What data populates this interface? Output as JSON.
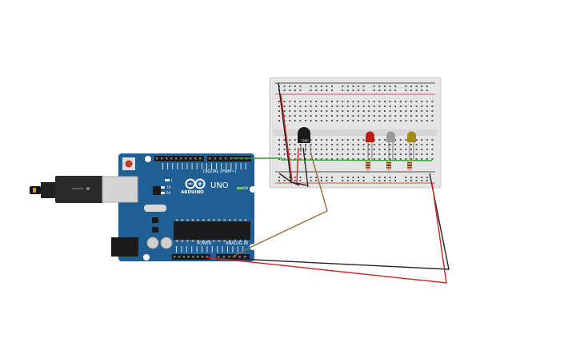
{
  "arduino": {
    "brand": "ARDUINO",
    "model": "UNO",
    "digital_label": "DIGITAL (PWM~)",
    "power_label": "POWER",
    "analog_label": "ANALOG IN",
    "on_label": "ON",
    "tx_label": "TX",
    "rx_label": "RX",
    "l_label": "L"
  },
  "sensor": {
    "label": "TMP"
  },
  "colors": {
    "board": "#1f5f93",
    "breadboard": "#e6e6e6",
    "wire_red": "#d42020",
    "wire_black": "#222222",
    "wire_green": "#2ea02e",
    "wire_brown": "#9a6a3a",
    "led_red": "#c41a1a",
    "led_gray": "#9a9a9a",
    "led_yellow": "#a88a10"
  }
}
